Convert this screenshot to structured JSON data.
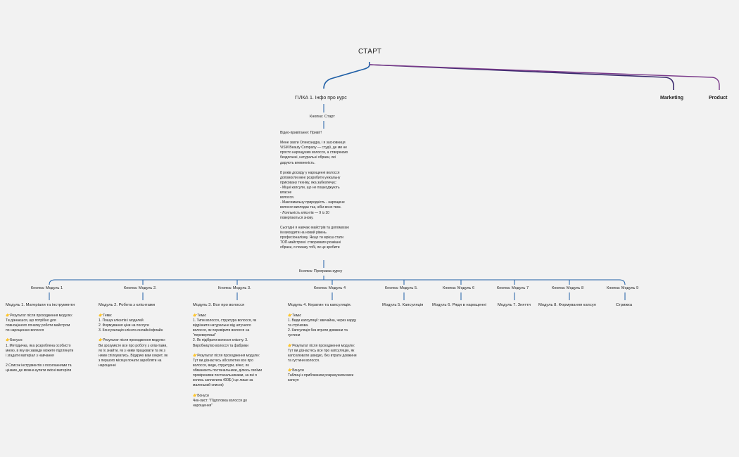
{
  "root": {
    "label": "СТАРТ"
  },
  "branches": {
    "main": "ГІЛКА 1.  Інфо про курс",
    "marketing": "Marketing",
    "product": "Product"
  },
  "start_button": "Кнопка: Старт",
  "intro_text": "Відео-привітання: Привіт!\n\nМене звати Олександра, і я засновниця\nViSM Beauty Company — студії, де ми не\nпросто нарощуємо волосся, а створюємо\nбездоганні, натуральні образи, які\nдарують впевненість.\n\n8 років досвіду у нарощенні волосся\nдопомогли мені розробити унікальну\nприховану техніку, яка забезпечує:\n- Міцні капсули, що не пошкоджують\nвласне\nволосся.\n- Максимальну природність - нарощене\nволосся виглядає так, ніби воно твоє.\n- Лояльність клієнтів — 9 із 10\nповертаються знову.\n\nСьогодні я навчаю майстрів та допомагаю\nїм виходити на новий рівень\nпрофесіоналізму. Якщо ти мрієш стати\nТОП-майстром і створювати розкішні\nобрази, я покажу тобі, як це зробити",
  "program_button": "Кнопка: Програма курсу",
  "modules": [
    {
      "button": "Кнопка: Модуль 1",
      "title": "Модуль 1. Матеріали та інструменти",
      "body": "👉Результат після проходження модулю:\nТи дізнаєшся, що потрібно для\nповноцінного початку роботи майстром\nпо нарощенню волосся\n\n👉Бонуси:\n1. Методичка, яка розроблена особисто\nмною, в яку ви завжди можете підглянути\nі згадати матеріал з навчання\n\n2.Список інструментів з посиланнями та\nцінами, де можна купити якісні матеріли"
    },
    {
      "button": "Кнопка: Модуль 2.",
      "title": "Модуль 2. Робота з клієнтами",
      "body": "👉Теми:\n1. Пошук клієнтів і моделей\n2. Формування ціни на послуги\n3. Консультація клієнта онлайн/офлайн\n\n👉Результат після проходження модулю:\nВи зрозумієте все про роботу з клієнтами,\nяк їх знайти, як з ними працювати та як з\nними спілкуватись. Відкрию вам секрет, як\nз першого місяця почати заробляти на\nнарощенні"
    },
    {
      "button": "Кнопка: Модуль 3.",
      "title": "Модуль 3. Все про волосся",
      "body": "👉Теми:\n1. Типи волосся, структура волосся, як\nвідрізнити натуральне від штучного\nволосся, як перевірити волосся на\n\"перевертиші\"\n2. Як підібрати волосся  клієнту. 3.\nВиробництво волосся та фабрики\n\n👉Результат після проходження модулю:\nТут ви дізнаєтесь абсолютно все про\nволосся, види, структури, вічкс, як\nобманюють постачальники, ділюсь своїми\nпровіреними постачальниками, за які я\nколись заплатила 400$ (і це лише за\nмаленький список)\n\n👉Бонуси\nЧек-лист: \"Підготовка волосся до\nнарощення\""
    },
    {
      "button": "Кнопка: Модуль 4",
      "title": "Модуль 4. Кератин та капсуляція.",
      "body": "👉Теми:\n1. Види капсуляції: звичайна, через карду\nта стрічкова.\n2. Капсуляція без втрати довжини та\nгустини\n\n👉Результат після проходження модулю:\nТут ви дізнаєтесь все про капсуляцію, як\nкапсолювати швидко, без втрати довжини\nта густини волосся.\n\n👉Бонуси\nТаблиці з приблизним розрахунком ваги\nкапсул"
    },
    {
      "button": "Кнопка: Модуль 5.",
      "title": "Модуль 5. Капсуляція",
      "body": ""
    },
    {
      "button": "Кнопка: Модуль 6",
      "title": "Модуль 6. Ряди в нарощенні",
      "body": ""
    },
    {
      "button": "Кнопка: Модуль 7",
      "title": "Модуль 7. Зняття",
      "body": ""
    },
    {
      "button": "Кнопка: Модуль 8",
      "title": "Модуль 8. Формування капсул",
      "body": ""
    },
    {
      "button": "Кнопка: Модуль 9",
      "title": "Стрижка",
      "body": ""
    }
  ],
  "colors": {
    "background": "#f2f2f2",
    "main_edge": "#1f5fa6",
    "side_edge": "#3a2a6e",
    "product_edge": "#7a3a8a"
  }
}
